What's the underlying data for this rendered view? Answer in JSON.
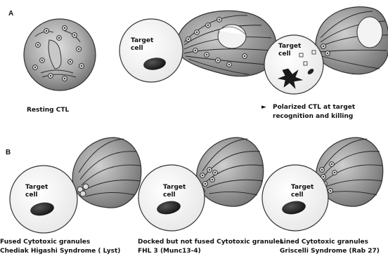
{
  "panels": {
    "a": "A",
    "b": "B"
  },
  "row_a": {
    "resting": "Resting CTL",
    "target_cell": "Target\ncell",
    "target_cell_2": "Target\ncell",
    "arrow_glyph": "►",
    "polarized_1": "Polarized CTL at target",
    "polarized_2": "recognition and killing"
  },
  "row_b": [
    {
      "target_cell": "Target\ncell",
      "caption_1": "Fused Cytotoxic granules",
      "caption_2": "Chediak Higashi Syndrome ( Lyst)"
    },
    {
      "target_cell": "Target\ncell",
      "caption_1": "Docked but not fused Cytotoxic granules",
      "caption_2": "FHL 3 (Munc13-4)"
    },
    {
      "target_cell": "Target\ncell",
      "caption_1": "Lined Cytotoxic granules",
      "caption_2": "Griscelli Syndrome (Rab 27)"
    }
  ],
  "colors": {
    "cell_fill": "#b9b9b9",
    "cell_dark": "#5e5e5e",
    "nucleus": "#2a2a2a",
    "granule": "#d8d8d8"
  }
}
